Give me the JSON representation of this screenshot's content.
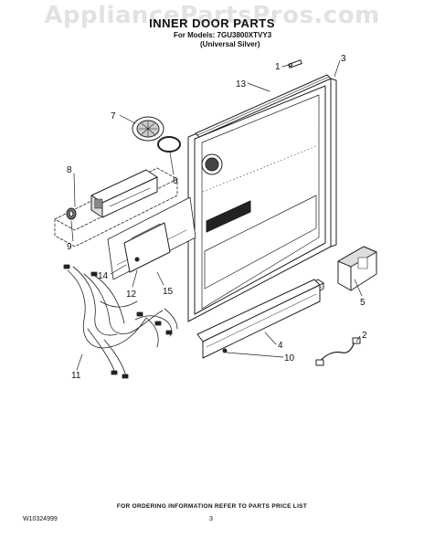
{
  "watermark": "AppliancePartsPros.com",
  "title": "INNER DOOR PARTS",
  "models_line": "For Models: 7GU3800XTVY3",
  "models_sub": "(Universal Silver)",
  "callouts": [
    "1",
    "2",
    "3",
    "4",
    "5",
    "6",
    "7",
    "8",
    "9",
    "10",
    "11",
    "12",
    "13",
    "14",
    "15"
  ],
  "footer": "FOR ORDERING INFORMATION REFER TO PARTS PRICE LIST",
  "doc_number": "W10324999",
  "page_number": "3",
  "colors": {
    "line": "#222222",
    "watermark": "#e2e2e2",
    "background": "#ffffff"
  }
}
